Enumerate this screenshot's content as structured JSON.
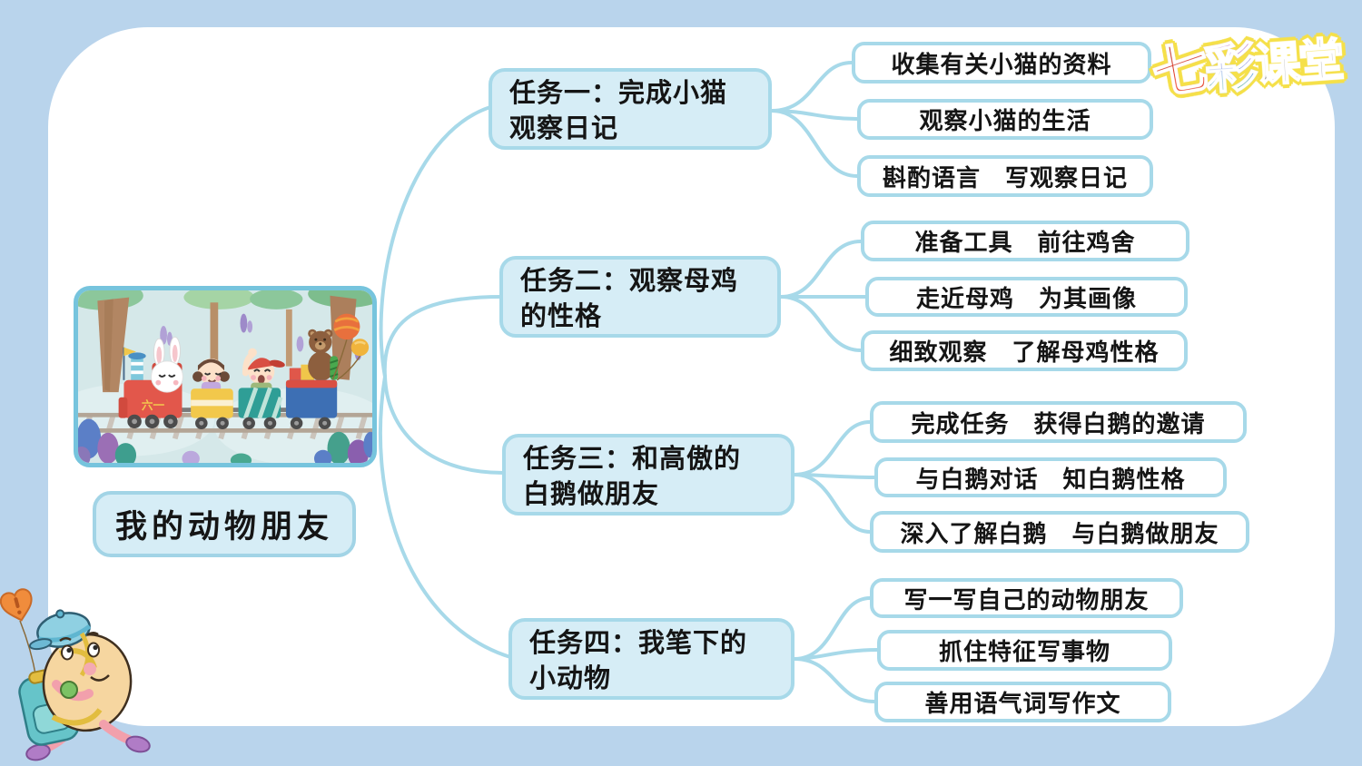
{
  "brand": {
    "qi": "七",
    "cai": "彩",
    "ketang": "课堂"
  },
  "mindmap": {
    "root": "我的动物朋友",
    "tasks": [
      {
        "line1": "任务一：完成小猫",
        "line2": "观察日记",
        "children": [
          "收集有关小猫的资料",
          "观察小猫的生活",
          "斟酌语言　写观察日记"
        ]
      },
      {
        "line1": "任务二：观察母鸡",
        "line2": "的性格",
        "children": [
          "准备工具　前往鸡舍",
          "走近母鸡　为其画像",
          "细致观察　了解母鸡性格"
        ]
      },
      {
        "line1": "任务三：和高傲的",
        "line2": "白鹅做朋友",
        "children": [
          "完成任务　获得白鹅的邀请",
          "与白鹅对话　知白鹅性格",
          "深入了解白鹅　与白鹅做朋友"
        ]
      },
      {
        "line1": "任务四：我笔下的",
        "line2": "小动物",
        "children": [
          "写一写自己的动物朋友",
          "抓住特征写事物",
          "善用语气词写作文"
        ]
      }
    ]
  },
  "illustration": {
    "train_label": "六一"
  },
  "colors": {
    "background": "#b9d4ec",
    "panel": "#ffffff",
    "node_fill": "#d6edf6",
    "node_border": "#a7d9e9",
    "connector": "#a7d9e9",
    "text": "#151515",
    "logo_red": "#d53322",
    "logo_dark": "#2b2b2b",
    "logo_outline": "#f5e049"
  }
}
